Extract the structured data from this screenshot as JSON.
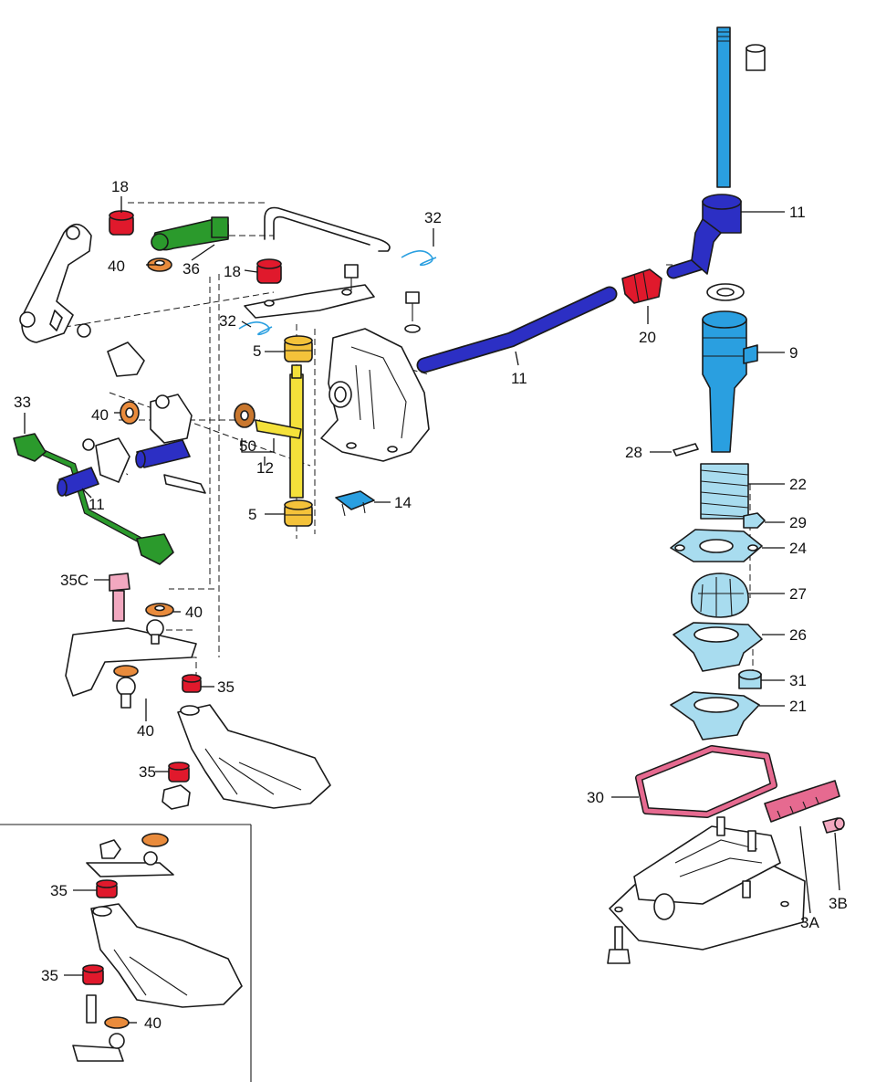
{
  "colors": {
    "blue_dark": "#2c2fc4",
    "blue_light": "#2a9fe0",
    "cyan_parts": "#a8dcef",
    "green": "#2b9a2c",
    "red": "#e0192c",
    "yellow": "#f4e13a",
    "orange": "#e98b3c",
    "pink": "#f2a8c0",
    "gasket_pink": "#e66a90",
    "outline": "#1a1a1a"
  },
  "labels": {
    "l18a": "18",
    "l40a": "40",
    "l36": "36",
    "l18b": "18",
    "l32a": "32",
    "l32b": "32",
    "l5a": "5",
    "l40b": "40",
    "l50": "50",
    "l12": "12",
    "l33": "33",
    "l11a": "11",
    "l5b": "5",
    "l14": "14",
    "l11b": "11",
    "l20": "20",
    "l11c": "11",
    "l9": "9",
    "l28": "28",
    "l22": "22",
    "l29": "29",
    "l24": "24",
    "l27": "27",
    "l26": "26",
    "l31": "31",
    "l21": "21",
    "l35c": "35C",
    "l40c": "40",
    "l35a": "35",
    "l40d": "40",
    "l35b": "35",
    "l30": "30",
    "l3a": "3A",
    "l3b": "3B",
    "l35d": "35",
    "l35e": "35",
    "l40e": "40"
  }
}
